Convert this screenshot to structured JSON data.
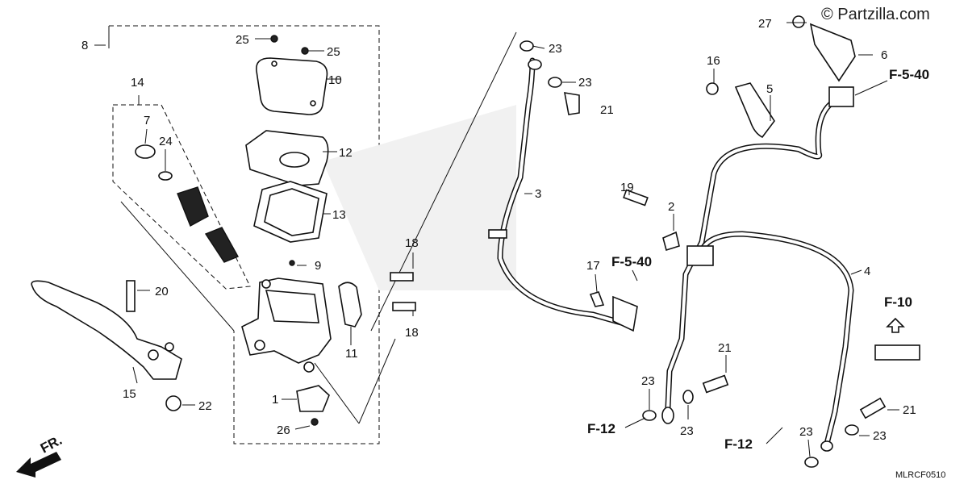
{
  "watermark": "© Partzilla.com",
  "diagram_code": "MLRCF0510",
  "direction_label": "FR.",
  "references": {
    "f540_top": "F-5-40",
    "f540_mid": "F-5-40",
    "f10": "F-10",
    "f12_left": "F-12",
    "f12_right": "F-12"
  },
  "callouts": {
    "c1": "1",
    "c2": "2",
    "c3": "3",
    "c4": "4",
    "c5": "5",
    "c6": "6",
    "c7": "7",
    "c8": "8",
    "c9": "9",
    "c10": "10",
    "c11": "11",
    "c12": "12",
    "c13": "13",
    "c14": "14",
    "c15": "15",
    "c16": "16",
    "c17": "17",
    "c18a": "18",
    "c18b": "18",
    "c19": "19",
    "c20": "20",
    "c21a": "21",
    "c21b": "21",
    "c21c": "21",
    "c22": "22",
    "c23a": "23",
    "c23b": "23",
    "c23c": "23",
    "c23d": "23",
    "c23e": "23",
    "c23f": "23",
    "c24": "24",
    "c25a": "25",
    "c25b": "25",
    "c26": "26",
    "c27": "27"
  }
}
